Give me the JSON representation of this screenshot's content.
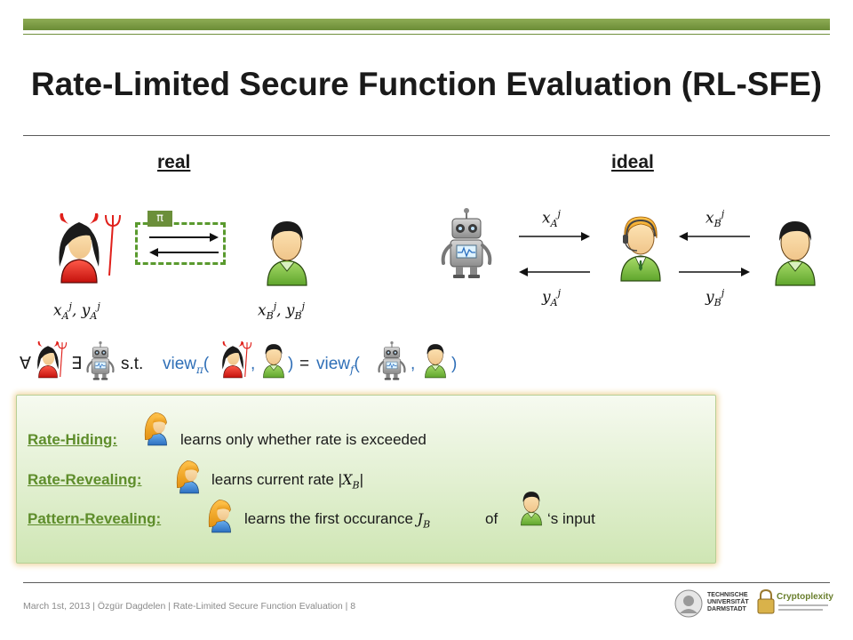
{
  "slide": {
    "title": "Rate-Limited Secure Function Evaluation (RL-SFE)",
    "real_label": "real",
    "ideal_label": "ideal",
    "protocol_label": "π"
  },
  "labels": {
    "real_alice": {
      "x": "x",
      "y": "y",
      "sub": "A",
      "sup": "j"
    },
    "real_bob": {
      "x": "x",
      "y": "y",
      "sub": "B",
      "sup": "j"
    },
    "ideal_xa": {
      "v": "x",
      "sub": "A",
      "sup": "j"
    },
    "ideal_ya": {
      "v": "y",
      "sub": "A",
      "sup": "j"
    },
    "ideal_xb": {
      "v": "x",
      "sub": "B",
      "sup": "j"
    },
    "ideal_yb": {
      "v": "y",
      "sub": "B",
      "sup": "j"
    }
  },
  "equation": {
    "forall": "∀",
    "exists": "∃",
    "such_that": "s.t.",
    "view_real": "view",
    "view_real_sub": "π",
    "view_ideal": "view",
    "view_ideal_sub": "f",
    "open": "(",
    "comma": ",",
    "close": ")",
    "equals": "="
  },
  "properties": [
    {
      "label": "Rate-Hiding:",
      "text": "learns only whether rate is exceeded"
    },
    {
      "label": "Rate-Revealing:",
      "text_pre": "learns current rate |",
      "math": "X",
      "math_sub": "B",
      "text_post": "|"
    },
    {
      "label": "Pattern-Revealing:",
      "text_pre": "learns the first occurance",
      "math": "J",
      "math_sub": "B",
      "text_mid": "of",
      "text_post": "‘s  input"
    }
  ],
  "footer": {
    "text": "March 1st, 2013 | Özgür Dagdelen | Rate-Limited Secure Function Evaluation | 8"
  },
  "logos": {
    "university": [
      "TECHNISCHE",
      "UNIVERSITÄT",
      "DARMSTADT"
    ],
    "group": "Cryptoplexity"
  },
  "colors": {
    "accent_green": "#7a9a44",
    "link_green": "#5e8d2b",
    "equation_blue": "#2f6fb7",
    "devil_red": "#e0201b",
    "bob_green": "#7ec142",
    "arrow_green": "#5a7f2e"
  }
}
